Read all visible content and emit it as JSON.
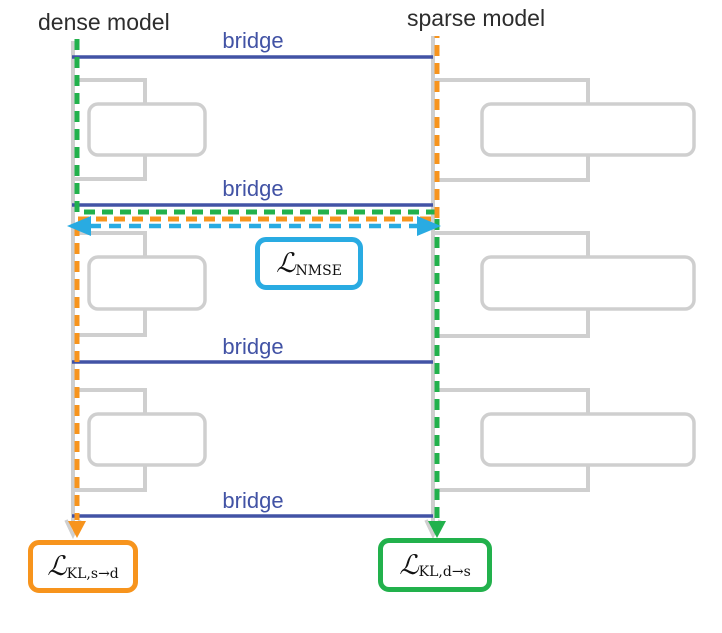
{
  "diagram": {
    "dense_model_label": "dense model",
    "sparse_model_label": "sparse model",
    "bridges": [
      {
        "label": "bridge"
      },
      {
        "label": "bridge"
      },
      {
        "label": "bridge"
      },
      {
        "label": "bridge"
      }
    ],
    "losses": {
      "nmse": {
        "symbol": "ℒ",
        "subscript": "NMSE"
      },
      "kl_sparse_to_dense": {
        "symbol": "ℒ",
        "subscript": "KL,s→d"
      },
      "kl_dense_to_sparse": {
        "symbol": "ℒ",
        "subscript": "KL,d→s"
      }
    },
    "colors": {
      "bridge_blue": "#4253a5",
      "green": "#22b14c",
      "orange": "#f7941d",
      "cyan": "#29abe2",
      "rail_gray": "#cfcfcf",
      "label_dark": "#2d2d2d"
    }
  }
}
